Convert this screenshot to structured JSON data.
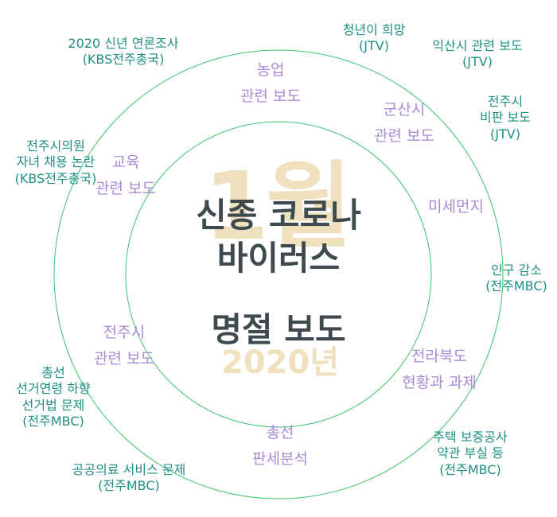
{
  "watermark": {
    "month": "1월",
    "year": "2020년"
  },
  "center": {
    "line1": "신종 코로나\n바이러스",
    "line2": "명절 보도"
  },
  "outer_ring": [
    {
      "id": "kbs-survey",
      "text": "2020 신년 연론조사\n(KBS전주총국)"
    },
    {
      "id": "hope",
      "text": "청년이 희망\n(JTV)"
    },
    {
      "id": "iksan",
      "text": "익산시 관련 보도\n(JTV)"
    },
    {
      "id": "jeonju-critic",
      "text": "전주시\n비판 보도\n(JTV)"
    },
    {
      "id": "councilor",
      "text": "전주시의원\n자녀 채용 논란\n(KBS전주총국)"
    },
    {
      "id": "population",
      "text": "인구 감소\n(전주MBC)"
    },
    {
      "id": "election-age",
      "text": "총선\n선거연령 하향\n선거법 문제\n(전주MBC)"
    },
    {
      "id": "housing",
      "text": "주택 보증공사\n약관 부실 등\n(전주MBC)"
    },
    {
      "id": "public-medical",
      "text": "공공의료 서비스 문제\n(전주MBC)"
    }
  ],
  "inner_ring": [
    {
      "id": "agri",
      "text": "농업\n관련 보도"
    },
    {
      "id": "gunsan",
      "text": "군산시\n관련 보도"
    },
    {
      "id": "education",
      "text": "교육\n관련 보도"
    },
    {
      "id": "dust",
      "text": "미세먼지"
    },
    {
      "id": "jeonju",
      "text": "전주시\n관련 보도"
    },
    {
      "id": "jeonbuk",
      "text": "전라북도\n현황과 과제"
    },
    {
      "id": "election-forecast",
      "text": "총선\n판세분석"
    }
  ],
  "colors": {
    "ring": "#3cc46a",
    "outer_text": "#1f8f82",
    "inner_text": "#a98ad6",
    "center_text": "#3f4a4f",
    "watermark": "#efe0be"
  }
}
